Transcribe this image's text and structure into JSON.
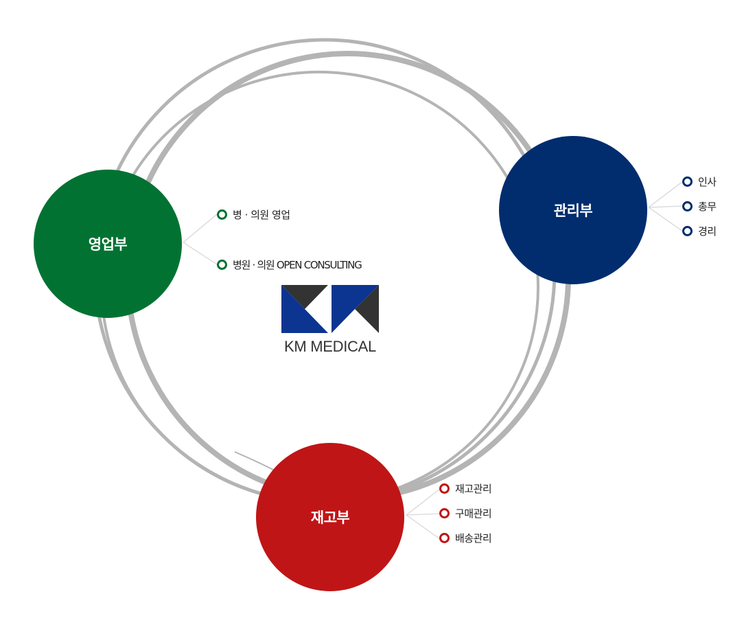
{
  "colors": {
    "ring": "#b4b4b4",
    "connector": "#d6d6d6",
    "sales": "#027232",
    "admin": "#012d6e",
    "inventory": "#c01516",
    "logo_blue": "#0b3590",
    "logo_dark": "#333333"
  },
  "logo": {
    "text": "KM MEDICAL",
    "icon": "km-logo-icon"
  },
  "departments": {
    "sales": {
      "label": "영업부",
      "items": [
        "병 · 의원 영업",
        "병원 · 의원 OPEN CONSULTING"
      ]
    },
    "admin": {
      "label": "관리부",
      "items": [
        "인사",
        "총무",
        "경리"
      ]
    },
    "inventory": {
      "label": "재고부",
      "items": [
        "재고관리",
        "구매관리",
        "배송관리"
      ]
    }
  }
}
